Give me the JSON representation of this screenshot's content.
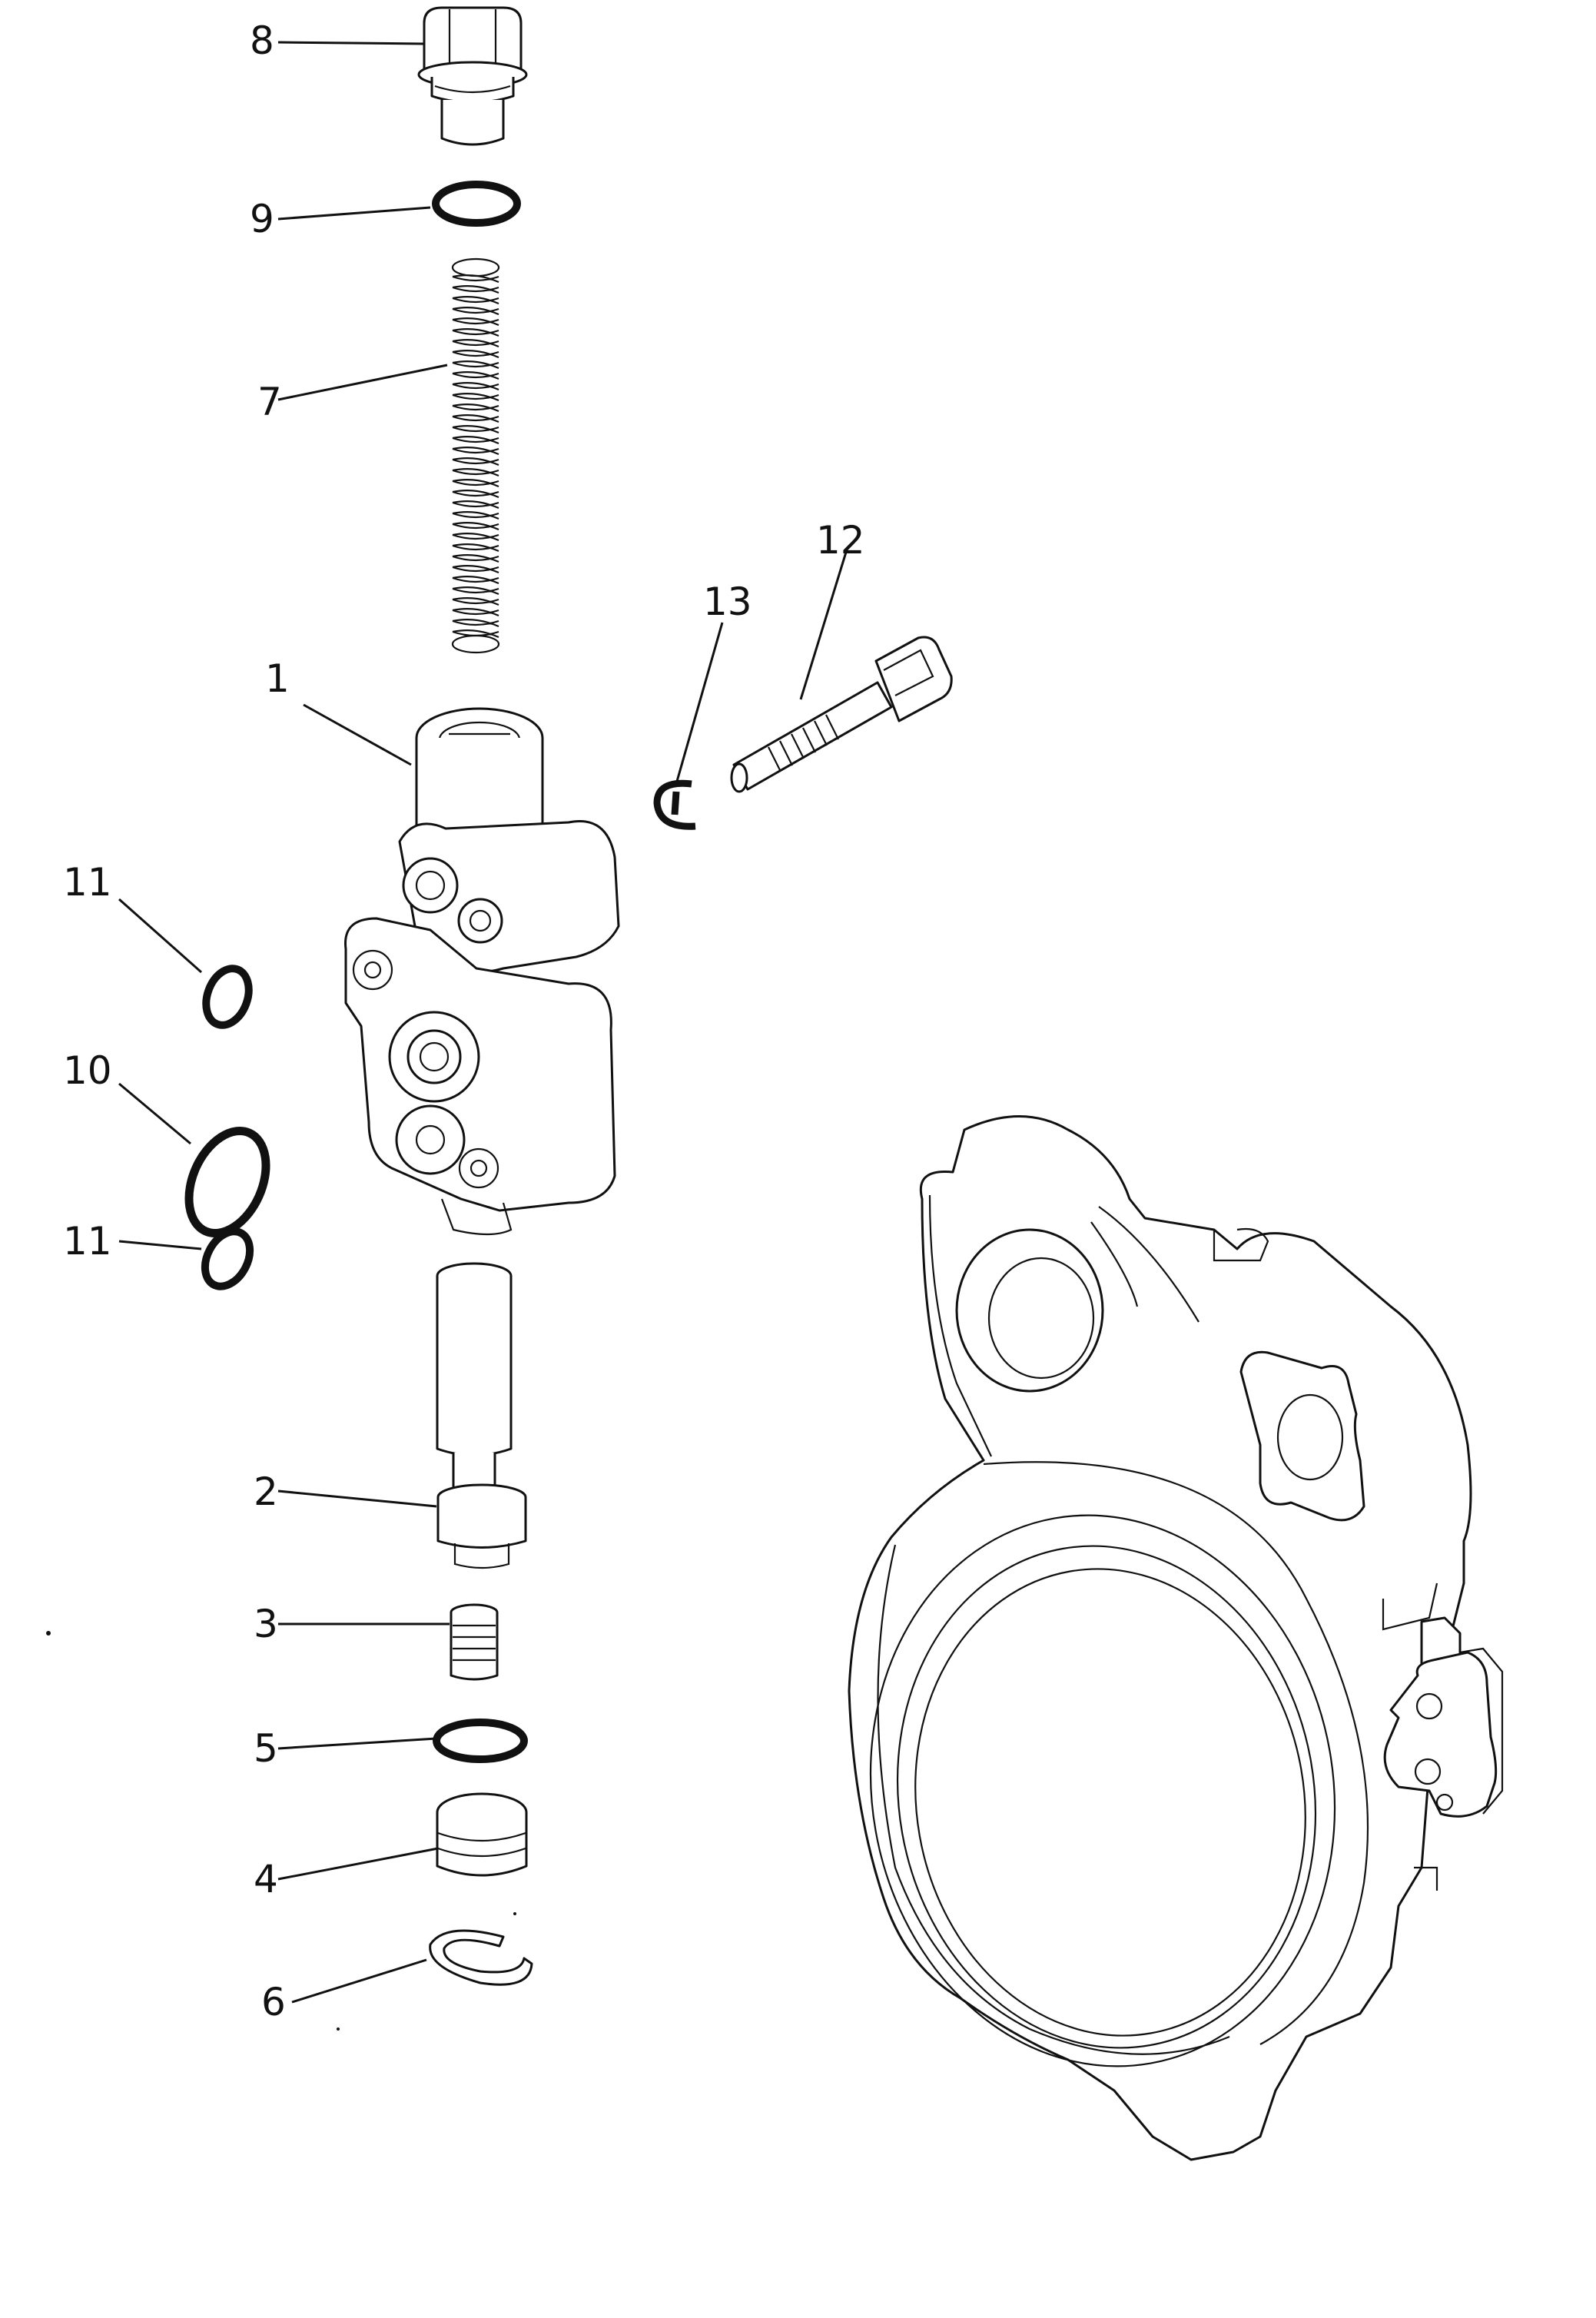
{
  "diagram": {
    "type": "exploded parts view",
    "callouts": [
      {
        "id": "part-8",
        "label": "8"
      },
      {
        "id": "part-9",
        "label": "9"
      },
      {
        "id": "part-7",
        "label": "7"
      },
      {
        "id": "part-12",
        "label": "12"
      },
      {
        "id": "part-13",
        "label": "13"
      },
      {
        "id": "part-1",
        "label": "1"
      },
      {
        "id": "part-11a",
        "label": "11"
      },
      {
        "id": "part-10",
        "label": "10"
      },
      {
        "id": "part-11b",
        "label": "11"
      },
      {
        "id": "part-2",
        "label": "2"
      },
      {
        "id": "part-3",
        "label": "3"
      },
      {
        "id": "part-5",
        "label": "5"
      },
      {
        "id": "part-4",
        "label": "4"
      },
      {
        "id": "part-6",
        "label": "6"
      }
    ],
    "line_color": "#111111",
    "background": "#ffffff"
  }
}
